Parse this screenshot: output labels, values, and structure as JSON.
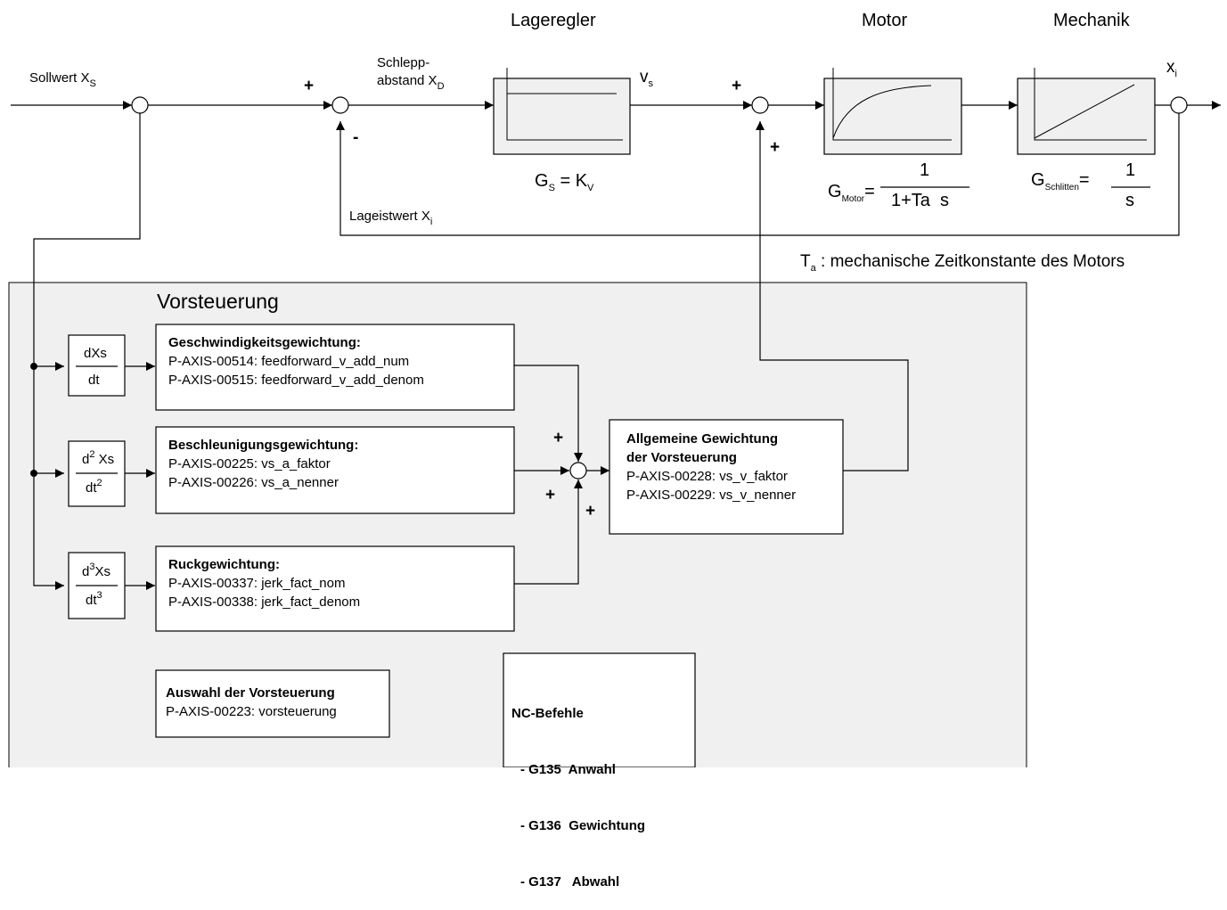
{
  "header": {
    "lageregler": "Lageregler",
    "motor": "Motor",
    "mechanik": "Mechanik"
  },
  "signals": {
    "sollwert": "Sollwert X",
    "sollwert_sub": "S",
    "schlepp_line1": "Schlepp-",
    "schlepp_line2": "abstand X",
    "schlepp_sub": "D",
    "vs": "v",
    "vs_sub": "s",
    "xi": "x",
    "xi_sub": "i",
    "lageistwert": "Lageistwert X",
    "lageistwert_sub": "i"
  },
  "signs": {
    "plus": "+",
    "minus": "-"
  },
  "formulas": {
    "gs_g": "G",
    "gs_sub": "S",
    "gs_rest": "= K",
    "gs_rest_sub": "V",
    "gmotor_g": "G",
    "gmotor_sub": "Motor",
    "gmotor_eq": "=",
    "gmotor_num": "1",
    "gmotor_den": "1+Ta  s",
    "gschlitten_g": "G",
    "gschlitten_sub": "Schlitten",
    "gschlitten_eq": "=",
    "gschlitten_num": "1",
    "gschlitten_den": "s"
  },
  "ta_note": {
    "t": "T",
    "sub": "a",
    "text": " : mechanische Zeitkonstante des Motors"
  },
  "vorsteuerung": {
    "title": "Vorsteuerung",
    "d1_num": "dXs",
    "d1_den": "dt",
    "d2_num_d": "d",
    "d2_num_exp": "2",
    "d2_num_x": " Xs",
    "d2_den": "dt",
    "d2_den_exp": "2",
    "d3_num_d": "d",
    "d3_num_exp": "3",
    "d3_num_x": "Xs",
    "d3_den": "dt",
    "d3_den_exp": "3",
    "geschw_title": "Geschwindigkeitsgewichtung:",
    "geschw_l1": "P-AXIS-00514: feedforward_v_add_num",
    "geschw_l2": "P-AXIS-00515: feedforward_v_add_denom",
    "beschl_title": "Beschleunigungsgewichtung:",
    "beschl_l1": "P-AXIS-00225: vs_a_faktor",
    "beschl_l2": "P-AXIS-00226: vs_a_nenner",
    "ruck_title": "Ruckgewichtung:",
    "ruck_l1": "P-AXIS-00337: jerk_fact_nom",
    "ruck_l2": "P-AXIS-00338: jerk_fact_denom",
    "allg_title1": "Allgemeine Gewichtung",
    "allg_title2": "der Vorsteuerung",
    "allg_l1": "P-AXIS-00228: vs_v_faktor",
    "allg_l2": "P-AXIS-00229: vs_v_nenner",
    "auswahl_title": "Auswahl der Vorsteuerung",
    "auswahl_l1": "P-AXIS-00223: vorsteuerung",
    "nc_title": "NC-Befehle",
    "nc_l1": "- G135  Anwahl",
    "nc_l2": "- G136  Gewichtung",
    "nc_l3": "- G137   Abwahl"
  },
  "colors": {
    "panel_fill": "#f0f0f0",
    "line": "#000000"
  }
}
